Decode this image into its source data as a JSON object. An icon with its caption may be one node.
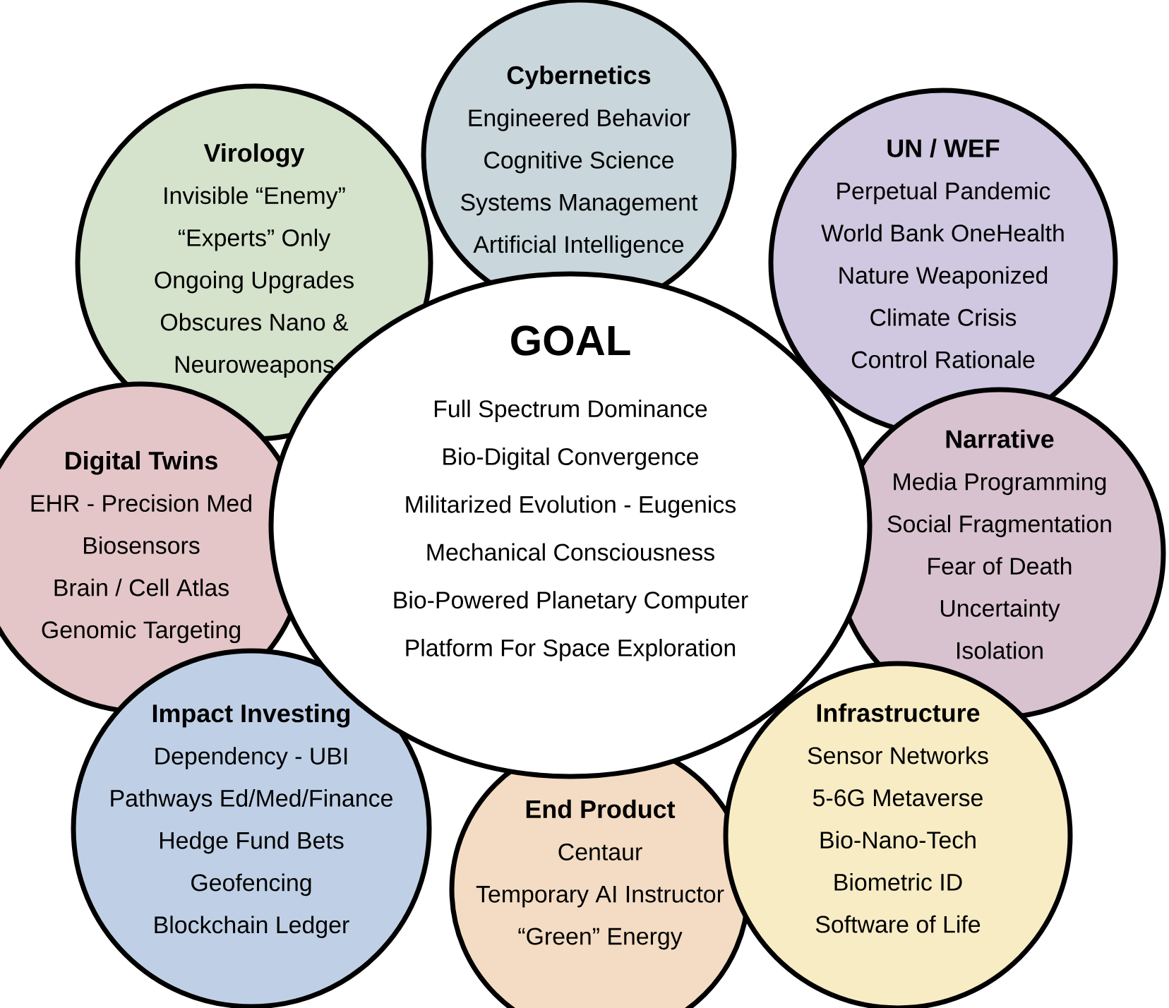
{
  "diagram": {
    "nodes": [
      {
        "text": [
          "Cybernetics",
          "Engineered Behavior",
          "Cognitive Science",
          "Systems Management",
          "Artificial Intelligence"
        ]
      },
      {
        "text": [
          "Virology",
          "Invisible “Enemy”",
          "“Experts” Only",
          "Ongoing Upgrades",
          "Obscures Nano & Neuroweapons"
        ]
      },
      {
        "text": [
          "UN / WEF",
          "Perpetual Pandemic",
          "World Bank OneHealth",
          "Nature Weaponized",
          "Climate Crisis",
          "Control Rationale"
        ]
      },
      {
        "text": [
          "GOAL",
          "Full Spectrum Dominance",
          "Bio-Digital Convergence",
          "Militarized Evolution - Eugenics",
          "Mechanical Consciousness",
          "Bio-Powered Planetary Computer",
          "Platform For Space Exploration"
        ]
      },
      {
        "text": [
          "Digital Twins",
          "EHR - Precision Med",
          "Biosensors",
          "Brain / Cell Atlas",
          "Genomic Targeting"
        ]
      },
      {
        "text": [
          "Narrative",
          "Media Programming",
          "Social Fragmentation",
          "Fear of Death",
          "Uncertainty",
          "Isolation"
        ]
      },
      {
        "text": [
          "Impact Investing",
          "Dependency - UBI",
          "Pathways Ed/Med/Finance",
          "Hedge Fund Bets",
          "Geofencing",
          "Blockchain Ledger"
        ]
      },
      {
        "text": [
          "End Product",
          "Centaur",
          "Temporary AI Instructor",
          "“Green” Energy"
        ]
      },
      {
        "text": [
          "Infrastructure",
          "Sensor Networks",
          "5-6G Metaverse",
          "Bio-Nano-Tech",
          "Biometric ID",
          "Software of Life"
        ]
      }
    ]
  }
}
